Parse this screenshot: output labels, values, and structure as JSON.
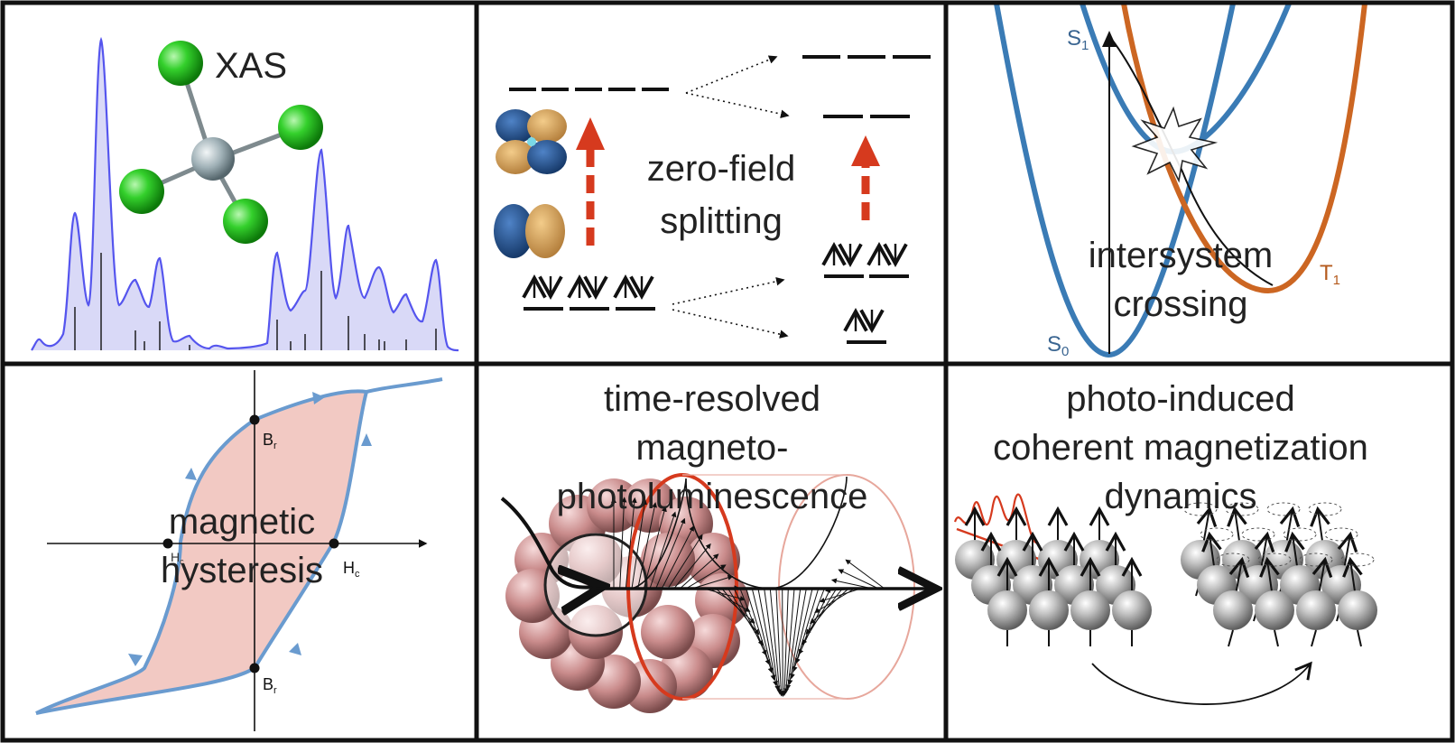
{
  "panels": {
    "xas": {
      "label": "XAS"
    },
    "zfs": {
      "label_line1": "zero-field",
      "label_line2": "splitting"
    },
    "isc": {
      "label_line1": "intersystem",
      "label_line2": "crossing",
      "s1": "S",
      "s1_sub": "1",
      "s0": "S",
      "s0_sub": "0",
      "t1": "T",
      "t1_sub": "1"
    },
    "hysteresis": {
      "label_line1": "magnetic",
      "label_line2": "hysteresis",
      "br_top": "B",
      "br_top_sub": "r",
      "br_bottom": "B",
      "br_bottom_sub": "r",
      "hc_right": "H",
      "hc_right_sub": "c",
      "hc_left": "H",
      "hc_left_sub": "c"
    },
    "mpl": {
      "label_line1": "time-resolved",
      "label_line2": "magneto-",
      "label_line3": "photoluminescence"
    },
    "magdyn": {
      "label_line1": "photo-induced",
      "label_line2": "coherent magnetization",
      "label_line3": "dynamics"
    }
  },
  "colors": {
    "border": "#111111",
    "spectrum": "#5555ee",
    "spectrum_fill": "#d9d9f7",
    "chlorine": "#33cc33",
    "metal": "#9aa7ad",
    "arrow_red": "#d63a1e",
    "orbital_blue": "#1f4e89",
    "orbital_tan": "#d6a25f",
    "s_curve": "#3a7bb5",
    "t_curve": "#cc6622",
    "hyst_line": "#6a9bcf",
    "hyst_fill": "#f2c9c3",
    "sphere": "#9a9a9a"
  }
}
